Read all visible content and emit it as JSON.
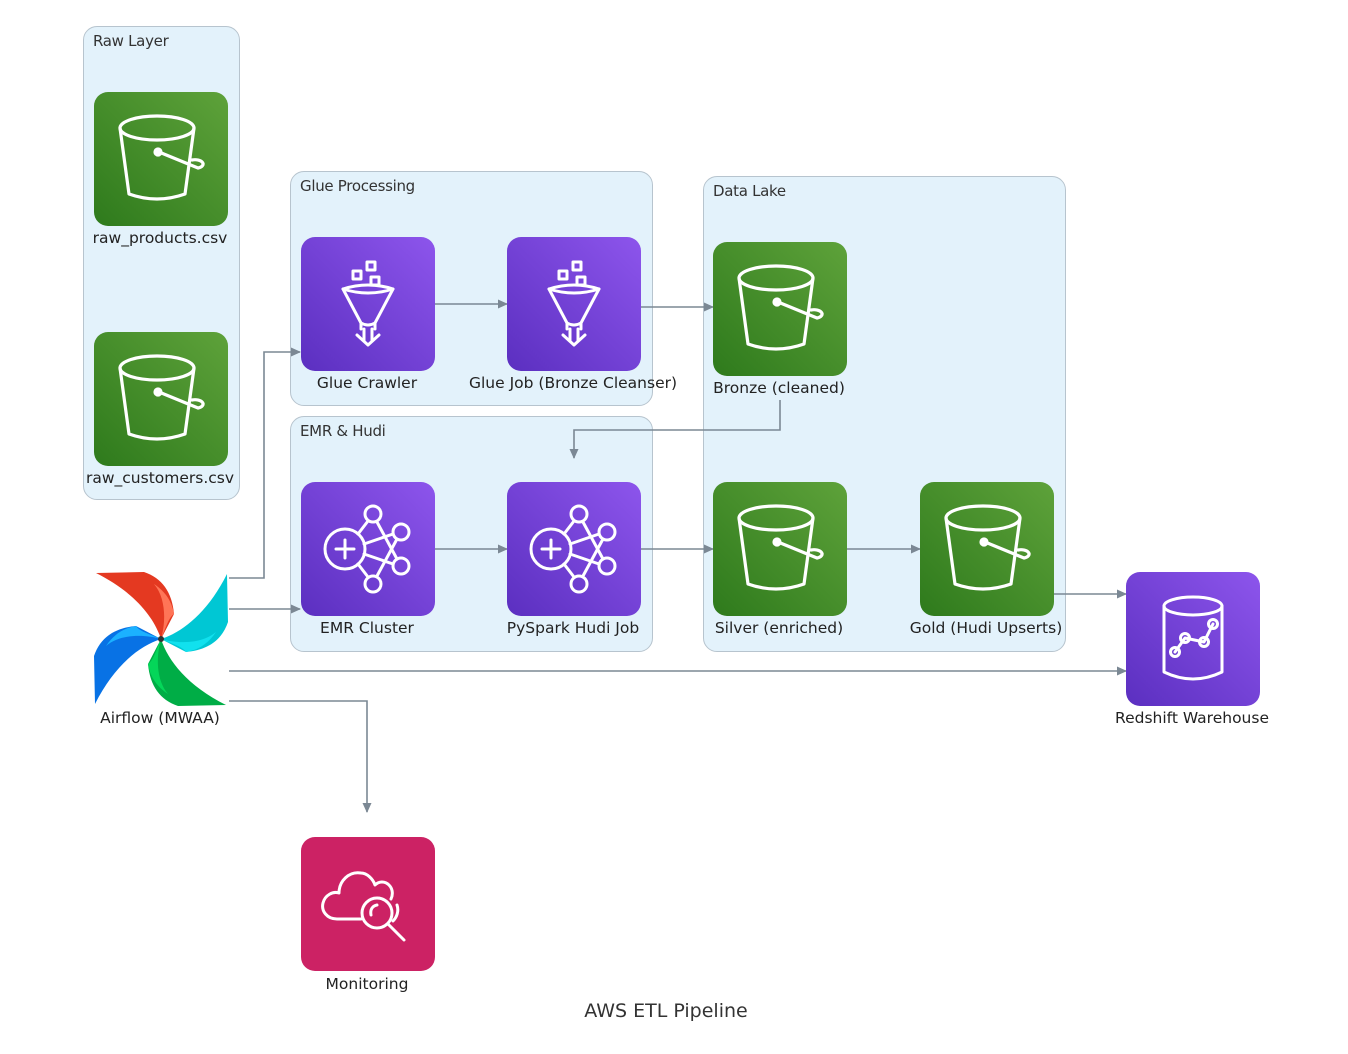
{
  "title": "AWS ETL Pipeline",
  "colors": {
    "cluster_fill": "#e3f2fb",
    "cluster_border": "#b7c4ce",
    "s3_green": "#3f8624",
    "analytics_purple": "#7b3fe4",
    "management_pink": "#cc2264",
    "edge": "#7b8894"
  },
  "clusters": {
    "raw_layer": "Raw Layer",
    "glue_processing": "Glue Processing",
    "emr_hudi": "EMR & Hudi",
    "data_lake": "Data Lake"
  },
  "nodes": {
    "raw_products": {
      "label": "raw_products.csv",
      "icon": "s3-bucket-icon"
    },
    "raw_customers": {
      "label": "raw_customers.csv",
      "icon": "s3-bucket-icon"
    },
    "glue_crawler": {
      "label": "Glue Crawler",
      "icon": "glue-funnel-icon"
    },
    "glue_job": {
      "label": "Glue Job (Bronze Cleanser)",
      "icon": "glue-funnel-icon"
    },
    "bronze": {
      "label": "Bronze (cleaned)",
      "icon": "s3-bucket-icon"
    },
    "emr_cluster": {
      "label": "EMR Cluster",
      "icon": "emr-cluster-icon"
    },
    "pyspark_job": {
      "label": "PySpark Hudi Job",
      "icon": "emr-cluster-icon"
    },
    "silver": {
      "label": "Silver (enriched)",
      "icon": "s3-bucket-icon"
    },
    "gold": {
      "label": "Gold (Hudi Upserts)",
      "icon": "s3-bucket-icon"
    },
    "airflow": {
      "label": "Airflow (MWAA)",
      "icon": "airflow-pinwheel-icon"
    },
    "redshift": {
      "label": "Redshift Warehouse",
      "icon": "redshift-icon"
    },
    "monitoring": {
      "label": "Monitoring",
      "icon": "cloudwatch-icon"
    }
  },
  "edges": [
    {
      "from": "airflow",
      "to": "glue_crawler"
    },
    {
      "from": "airflow",
      "to": "emr_cluster"
    },
    {
      "from": "airflow",
      "to": "redshift"
    },
    {
      "from": "airflow",
      "to": "monitoring"
    },
    {
      "from": "glue_crawler",
      "to": "glue_job"
    },
    {
      "from": "glue_job",
      "to": "bronze"
    },
    {
      "from": "bronze",
      "to": "pyspark_job"
    },
    {
      "from": "emr_cluster",
      "to": "pyspark_job"
    },
    {
      "from": "pyspark_job",
      "to": "silver"
    },
    {
      "from": "silver",
      "to": "gold"
    },
    {
      "from": "gold",
      "to": "redshift"
    }
  ]
}
